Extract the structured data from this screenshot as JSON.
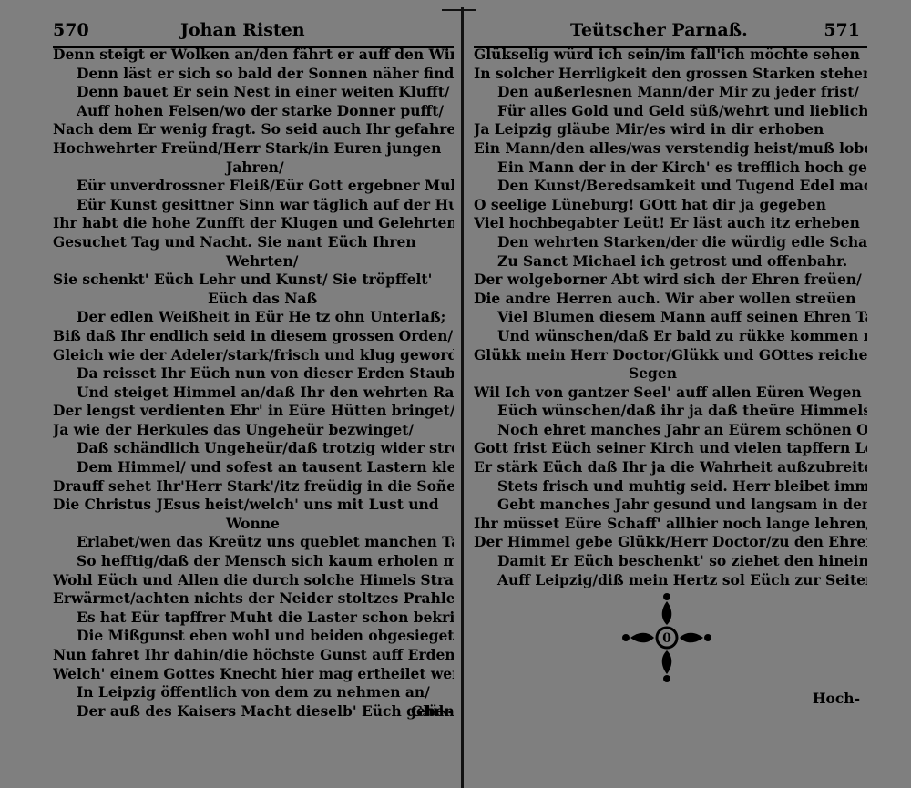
{
  "left_page": {
    "page_number": "570",
    "running_head": "Johan Risten",
    "lines": [
      "Denn steigt er Wolken an/den fährt er auff den Winden/",
      "Denn läst er sich so bald der Sonnen näher finden/",
      "Denn bauet Er sein Nest in einer weiten Klufft/",
      "Auff hohen Felsen/wo der starke Donner pufft/",
      "Nach dem Er wenig fragt. So seid auch Ihr gefahren",
      "Hochwehrter Freünd/Herr Stark/in Euren jungen",
      "Jahren/",
      "Eür unverdrossner Fleiß/Eür Gott ergebner Muht/",
      "Eür Kunst gesittner Sinn war täglich auf der Huht/",
      "Ihr habt die hohe Zunfft der Klugen und Gelehrten",
      "Gesuchet Tag und Nacht. Sie nant Eüch Ihren",
      "Wehrten/",
      "Sie schenkt' Eüch Lehr und Kunst/ Sie tröpffelt'",
      "Eüch das Naß",
      "Der edlen Weißheit in Eür He tz ohn Unterlaß;",
      "Biß daß Ihr endlich seid in diesem grossen Orden/",
      "Gleich wie der Adeler/stark/frisch und klug geworden/",
      "Da reisset Ihr Eüch nun von dieser Erden Staub",
      "Und steiget Himmel an/daß Ihr den wehrten Raub",
      "Der lengst verdienten Ehr' in Eüre Hütten bringet/",
      "Ja wie der Herkules das Ungeheür bezwinget/",
      "Daß schändlich Ungeheür/daß trotzig wider strebt",
      "Dem Himmel/ und sofest an tausent Lastern klebt.",
      "Drauff sehet Ihr'Herr Stark'/itz freüdig in die Soñe/",
      "Die Christus JEsus heist/welch' uns mit Lust und",
      "Wonne",
      "Erlabet/wen das Kreütz uns queblet manchen Tag",
      "So hefftig/daß der Mensch sich kaum erholen mag.",
      "Wohl Eüch und Allen die durch solche Himels Strahlen",
      "Erwärmet/achten nichts der Neider stoltzes Prahlen/",
      "Es hat Eür tapffrer Muht die Laster schon bekrieget/",
      "Die Mißgunst eben wohl und beiden obgesieget.",
      "Nun fahret Ihr dahin/die höchste Gunst auff Erden/",
      "Welch' einem Gottes Knecht hier mag ertheilet werden/",
      "In Leipzig öffentlich von dem zu nehmen an/",
      "Der auß des Kaisers Macht dieselb' Eüch geben kan."
    ],
    "indents": [
      0,
      1,
      1,
      1,
      0,
      0,
      3,
      1,
      1,
      0,
      0,
      3,
      0,
      2,
      1,
      0,
      0,
      1,
      1,
      0,
      0,
      1,
      1,
      0,
      0,
      3,
      1,
      1,
      0,
      0,
      1,
      1,
      0,
      0,
      1,
      1
    ],
    "catchword": "Glük-"
  },
  "right_page": {
    "page_number": "571",
    "running_head": "Teütscher Parnaß.",
    "lines": [
      "Glükselig würd ich sein/im fall'ich möchte sehen",
      "In solcher Herrligkeit den grossen Starken stehen/",
      "Den außerlesnen Mann/der Mir zu jeder frist/",
      "Für alles Gold und Geld süß/wehrt und lieblich ist.",
      "Ja Leipzig gläube Mir/es wird in dir erhoben",
      "Ein Mann/den alles/was verstendig heist/muß loben/",
      "Ein Mann der in der Kirch' es trefflich hoch gebracht/",
      "Den Kunst/Beredsamkeit und Tugend Edel macht.",
      "O seelige Lüneburg! GOtt hat dir ja gegeben",
      "Viel hochbegabter Leüt! Er läst auch itz erheben",
      "Den wehrten Starken/der die würdig edle Schaar",
      "Zu Sanct Michael ich getrost und offenbahr.",
      "Der wolgeborner Abt wird sich der Ehren freüen/",
      "Die andre Herren auch. Wir aber wollen streüen",
      "Viel Blumen diesem Mann auff seinen Ehren Tag/",
      "Und wünschen/daß Er bald zu rükke kommen mag.",
      "Glükk mein Herr Doctor/Glükk und GOttes reichen",
      "Segen",
      "Wil Ich von gantzer Seel' auff allen Eüren Wegen",
      "Eüch wünschen/daß ihr ja daß theüre Himmels Wort",
      "Noch ehret manches Jahr an Eürem schönen Ort.",
      "Gott frist Eüch seiner Kirch und vielen tapffern Leüten/",
      "Er stärk Eüch daß Ihr ja die Wahrheit außzubreiten",
      "Stets frisch und muhtig seid. Herr bleibet immer stark/",
      "Gebt manches Jahr gesund und langsam in den Sark.",
      "Ihr müsset Eüre Schaff' allhier noch lange lehren/",
      "Der Himmel gebe Glükk/Herr Doctor/zu den Ehren",
      "Damit Er Eüch beschenkt' so ziehet den hinein",
      "Auff Leipzig/diß mein Hertz sol Eüch zur Seiten sein."
    ],
    "indents": [
      0,
      0,
      1,
      1,
      0,
      0,
      1,
      1,
      0,
      0,
      1,
      1,
      0,
      0,
      1,
      1,
      0,
      2,
      0,
      1,
      1,
      0,
      0,
      1,
      1,
      0,
      0,
      1,
      1
    ],
    "catchword": "Hoch-"
  },
  "colors": {
    "paper": "#7f7f7f",
    "ink": "#000000"
  },
  "ornament": "fleuron-cross-ornament"
}
